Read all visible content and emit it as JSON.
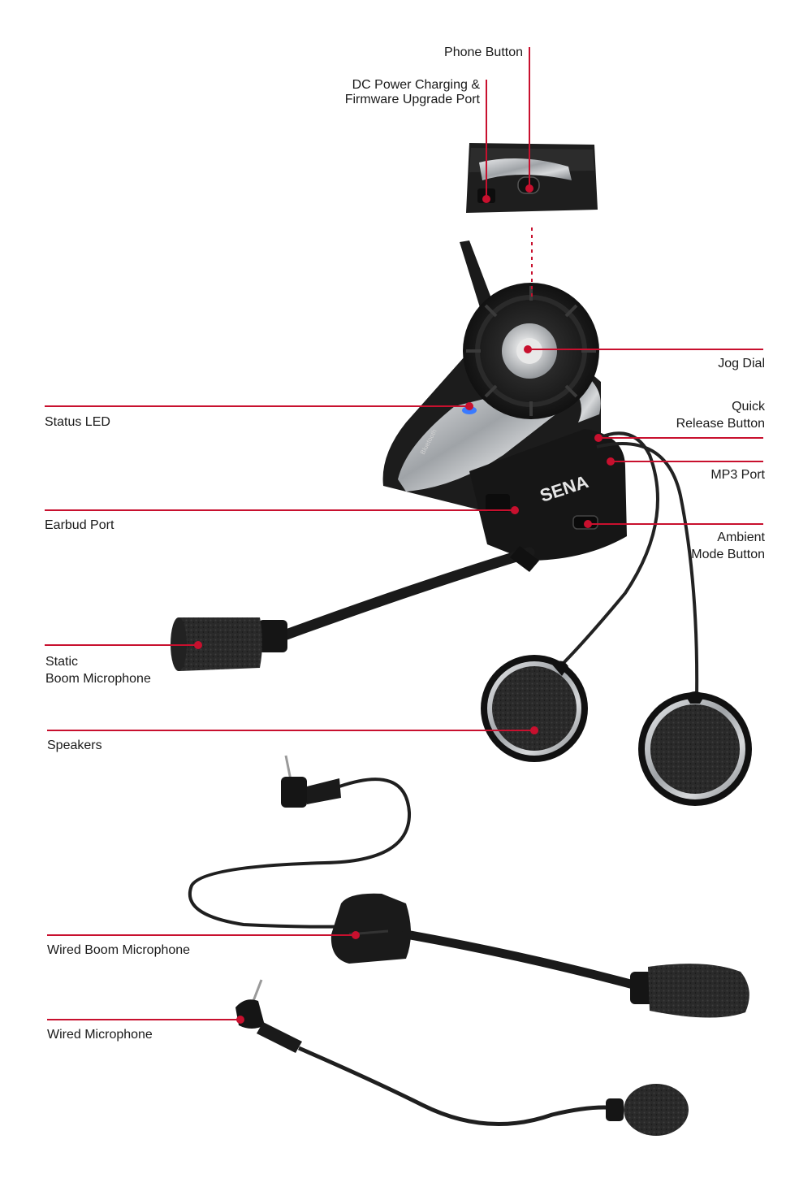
{
  "labels": {
    "phone_button": "Phone Button",
    "dc_power_line1": "DC Power Charging &",
    "dc_power_line2": "Firmware Upgrade Port",
    "jog_dial": "Jog Dial",
    "status_led": "Status LED",
    "quick_release_line1": "Quick",
    "quick_release_line2": "Release Button",
    "mp3_port": "MP3 Port",
    "earbud_port": "Earbud Port",
    "ambient_line1": "Ambient",
    "ambient_line2": "Mode Button",
    "static_boom_line1": "Static",
    "static_boom_line2": "Boom Microphone",
    "speakers": "Speakers",
    "wired_boom_microphone": "Wired Boom Microphone",
    "wired_microphone": "Wired Microphone"
  },
  "device": {
    "brand_text": "SENA",
    "bluetooth_text": "Bluetooth"
  },
  "colors": {
    "leader_line": "#c8102e",
    "body_dark": "#1c1c1c",
    "chrome": "#b9bcbf",
    "led_blue": "#3a7bff",
    "text": "#1a1a1a"
  }
}
